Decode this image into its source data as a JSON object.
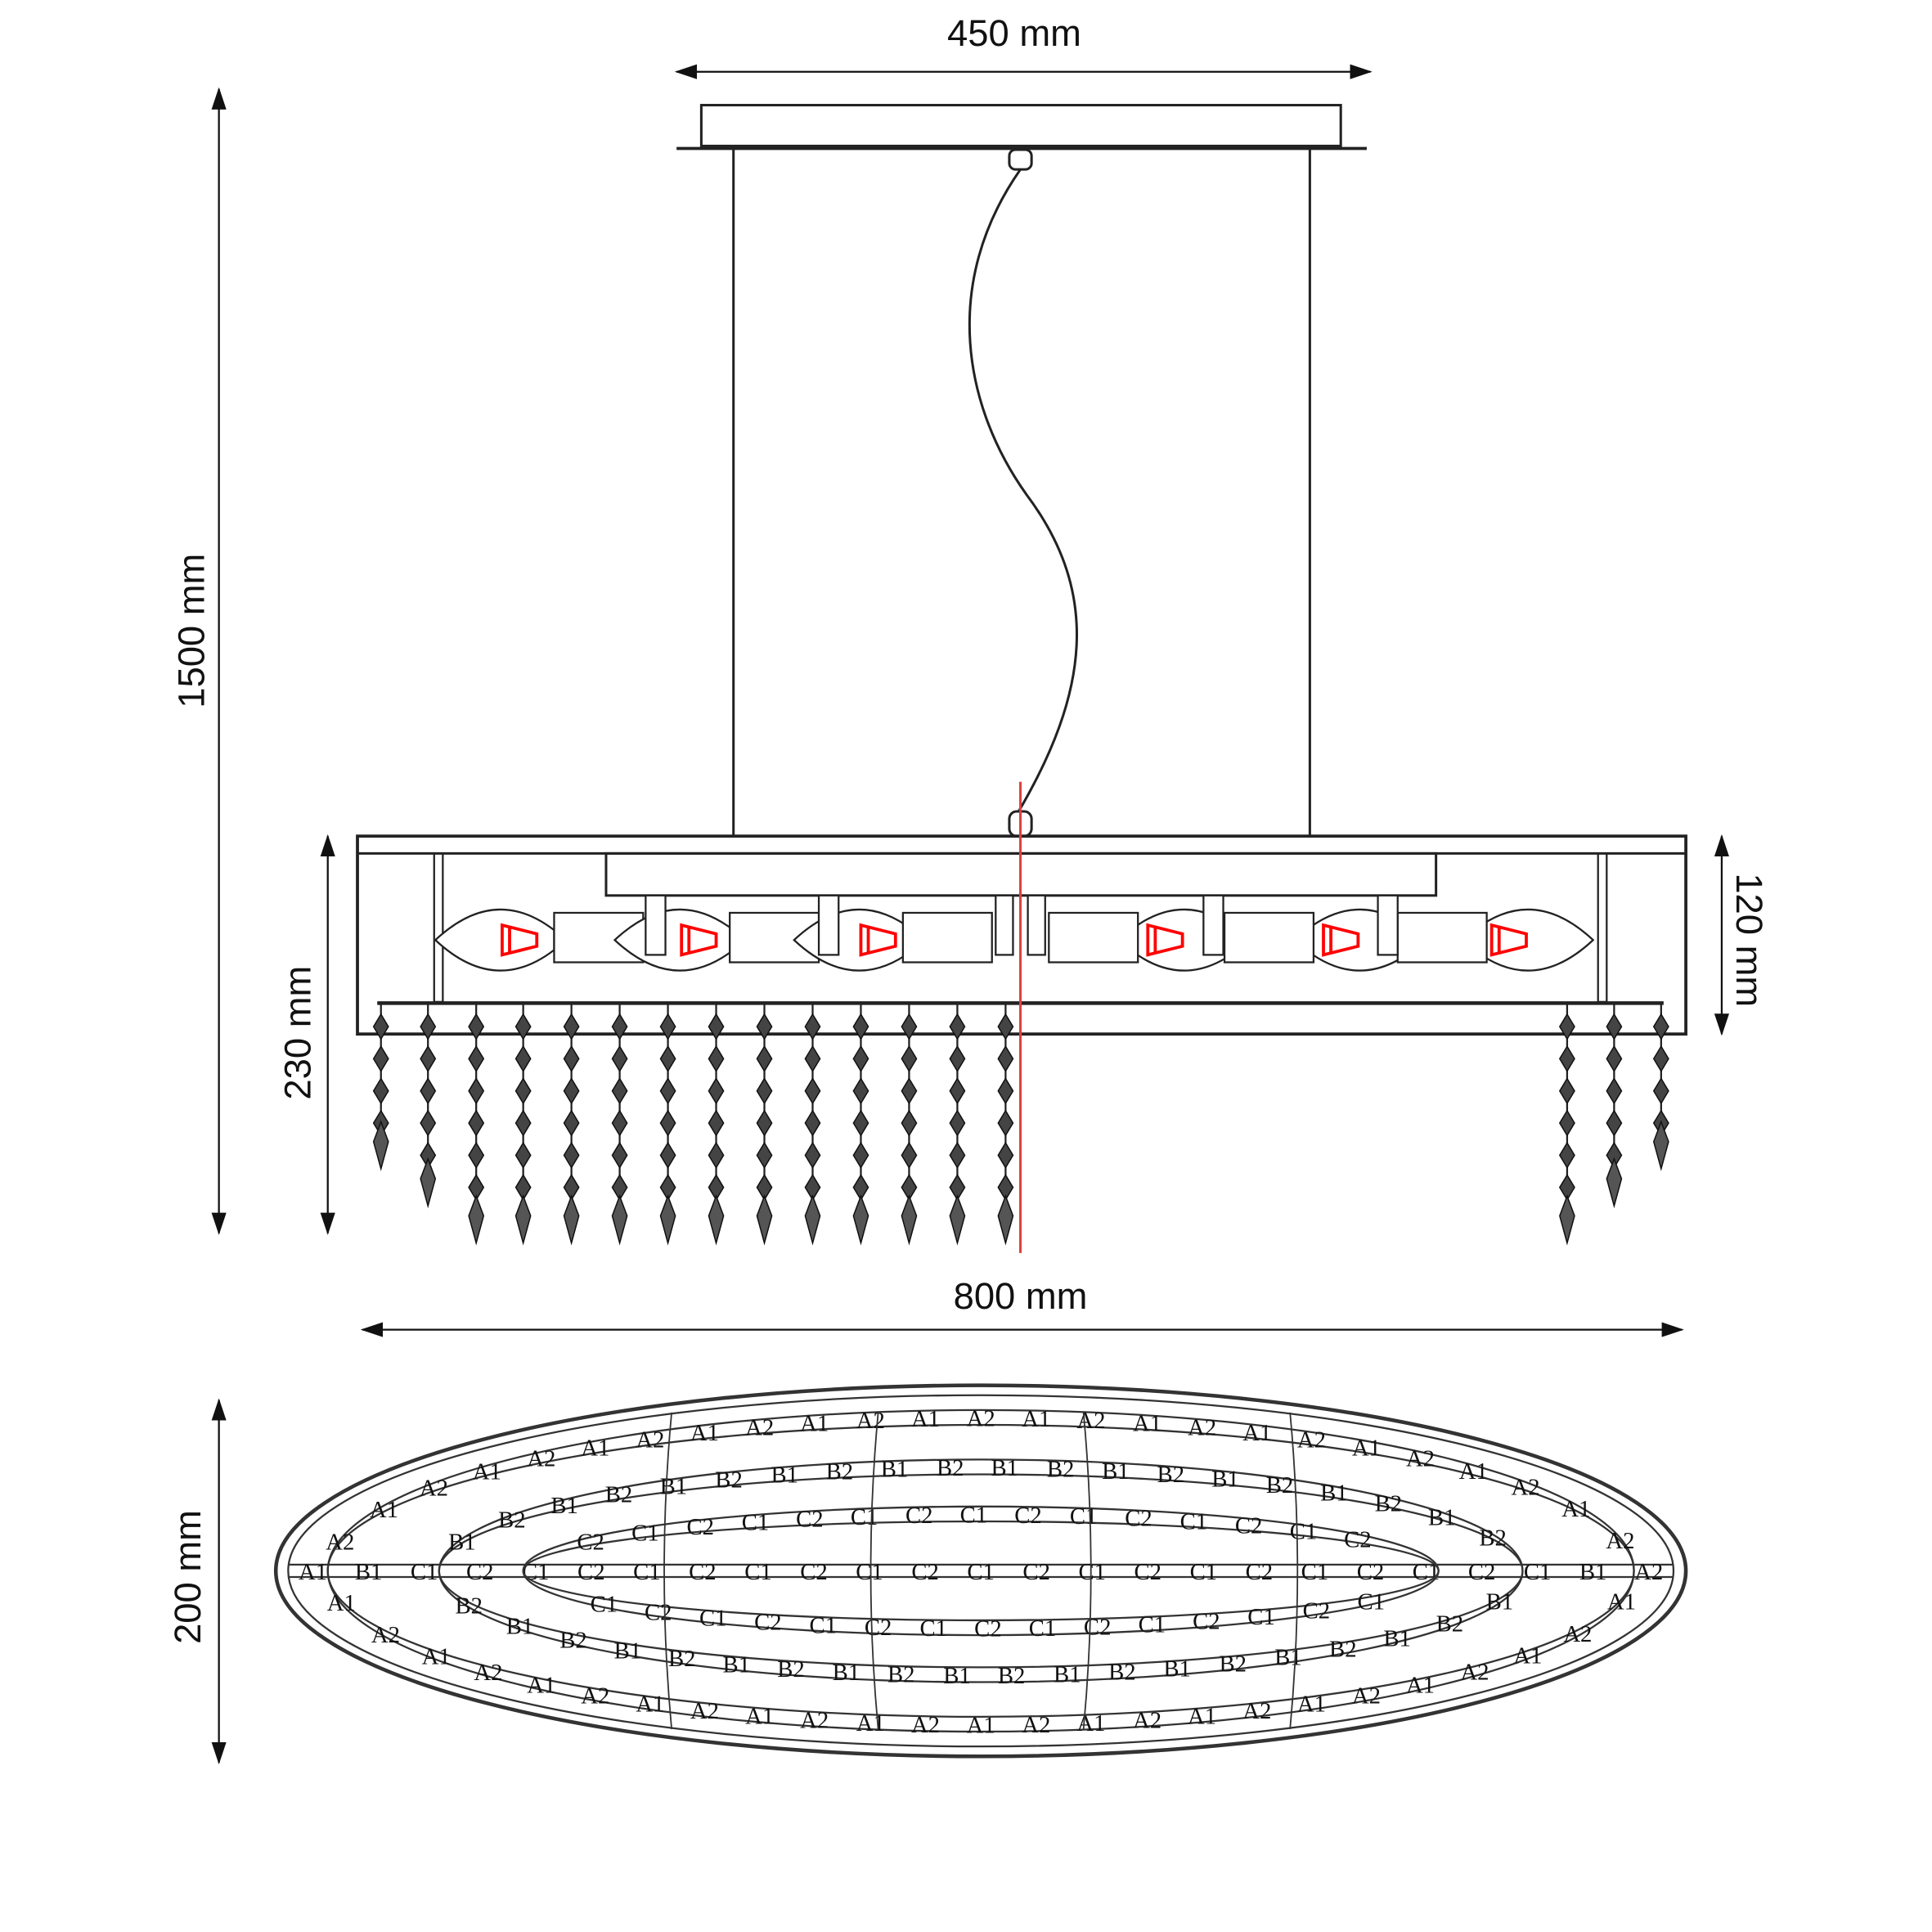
{
  "dimensions": {
    "canopy_width": "450 mm",
    "total_height": "1500 mm",
    "body_height": "120 mm",
    "drop_height": "230 mm",
    "body_length": "800 mm",
    "body_depth": "200 mm"
  },
  "colors": {
    "line": "#222222",
    "bulb": "#ff0000",
    "axis": "#e04040"
  },
  "top_view": {
    "rings": [
      {
        "name": "outer-ring-a",
        "labels": [
          "A1",
          "A2"
        ]
      },
      {
        "name": "middle-ring-b",
        "labels": [
          "B1",
          "B2"
        ]
      },
      {
        "name": "inner-ring-c",
        "labels": [
          "C1",
          "C2"
        ]
      }
    ],
    "center_row": [
      "A1",
      "B1",
      "C1",
      "C2",
      "C1",
      "C2",
      "C1",
      "C2",
      "C1",
      "C2",
      "C1",
      "C2",
      "C1",
      "C2",
      "C1",
      "C2",
      "C1",
      "C2",
      "C1",
      "C2",
      "C1",
      "C2",
      "C1",
      "B1",
      "A2"
    ]
  }
}
